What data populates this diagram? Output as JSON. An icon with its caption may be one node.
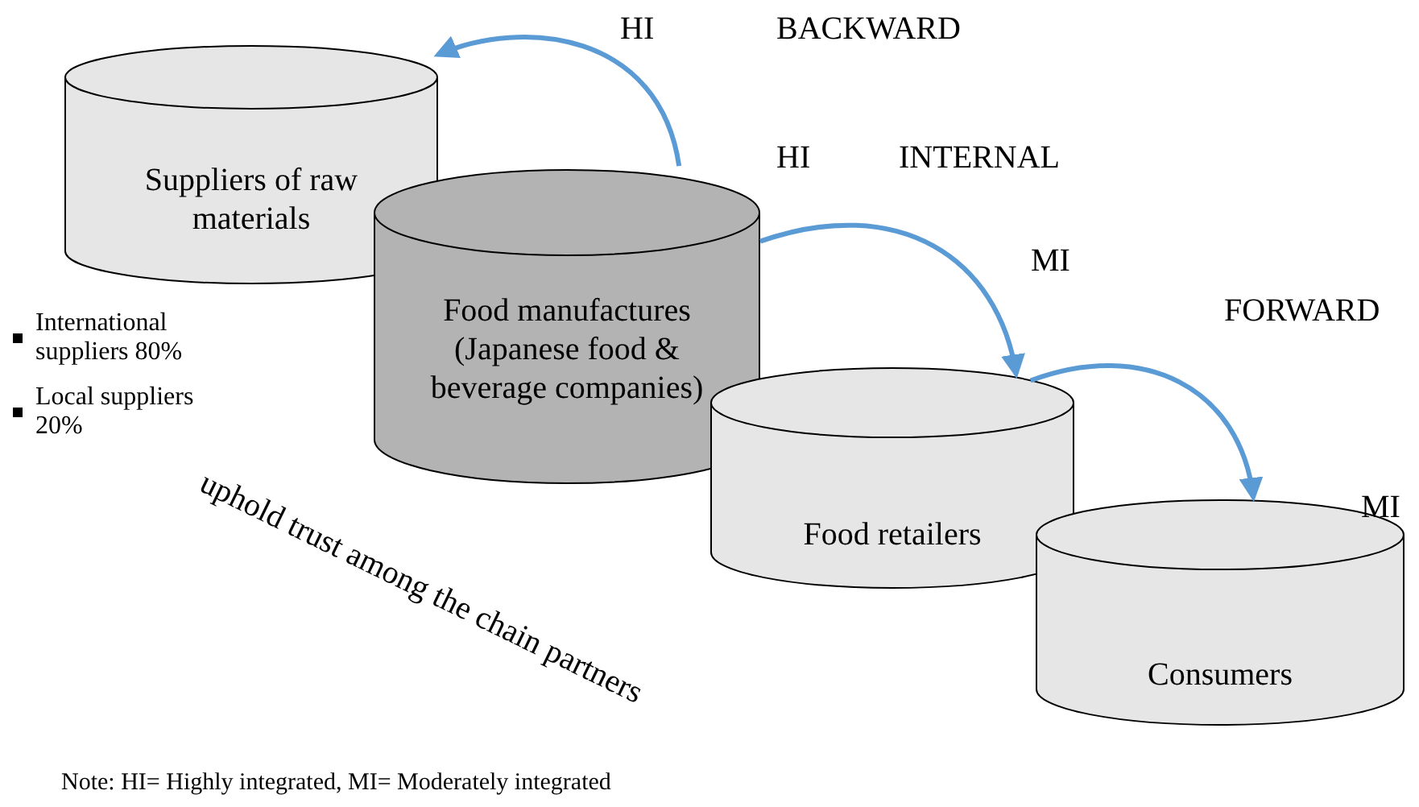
{
  "diagram": {
    "caption": "Note: HI= Highly integrated, MI= Moderately integrated",
    "nodes": [
      {
        "text": [
          "Suppliers of raw materials"
        ]
      },
      {
        "text": [
          "Food manufactures (Japanese food & beverage companies)"
        ]
      },
      {
        "text": [
          "Food retailers"
        ]
      },
      {
        "text": [
          "Consumers"
        ],
        "beside": [
          "MI"
        ]
      }
    ],
    "edges": [
      {
        "from": 1,
        "to": 0,
        "arrow": "to"
      },
      {
        "from": 1,
        "to": 2,
        "arrow": "to"
      },
      {
        "from": 2,
        "to": 3,
        "arrow": "to"
      }
    ],
    "labels": [
      "HI",
      "BACKWARD",
      "HI",
      "INTERNAL",
      "MI",
      "FORWARD",
      "International suppliers 80%",
      "Local suppliers 20%",
      "uphold trust among the chain partners"
    ]
  }
}
